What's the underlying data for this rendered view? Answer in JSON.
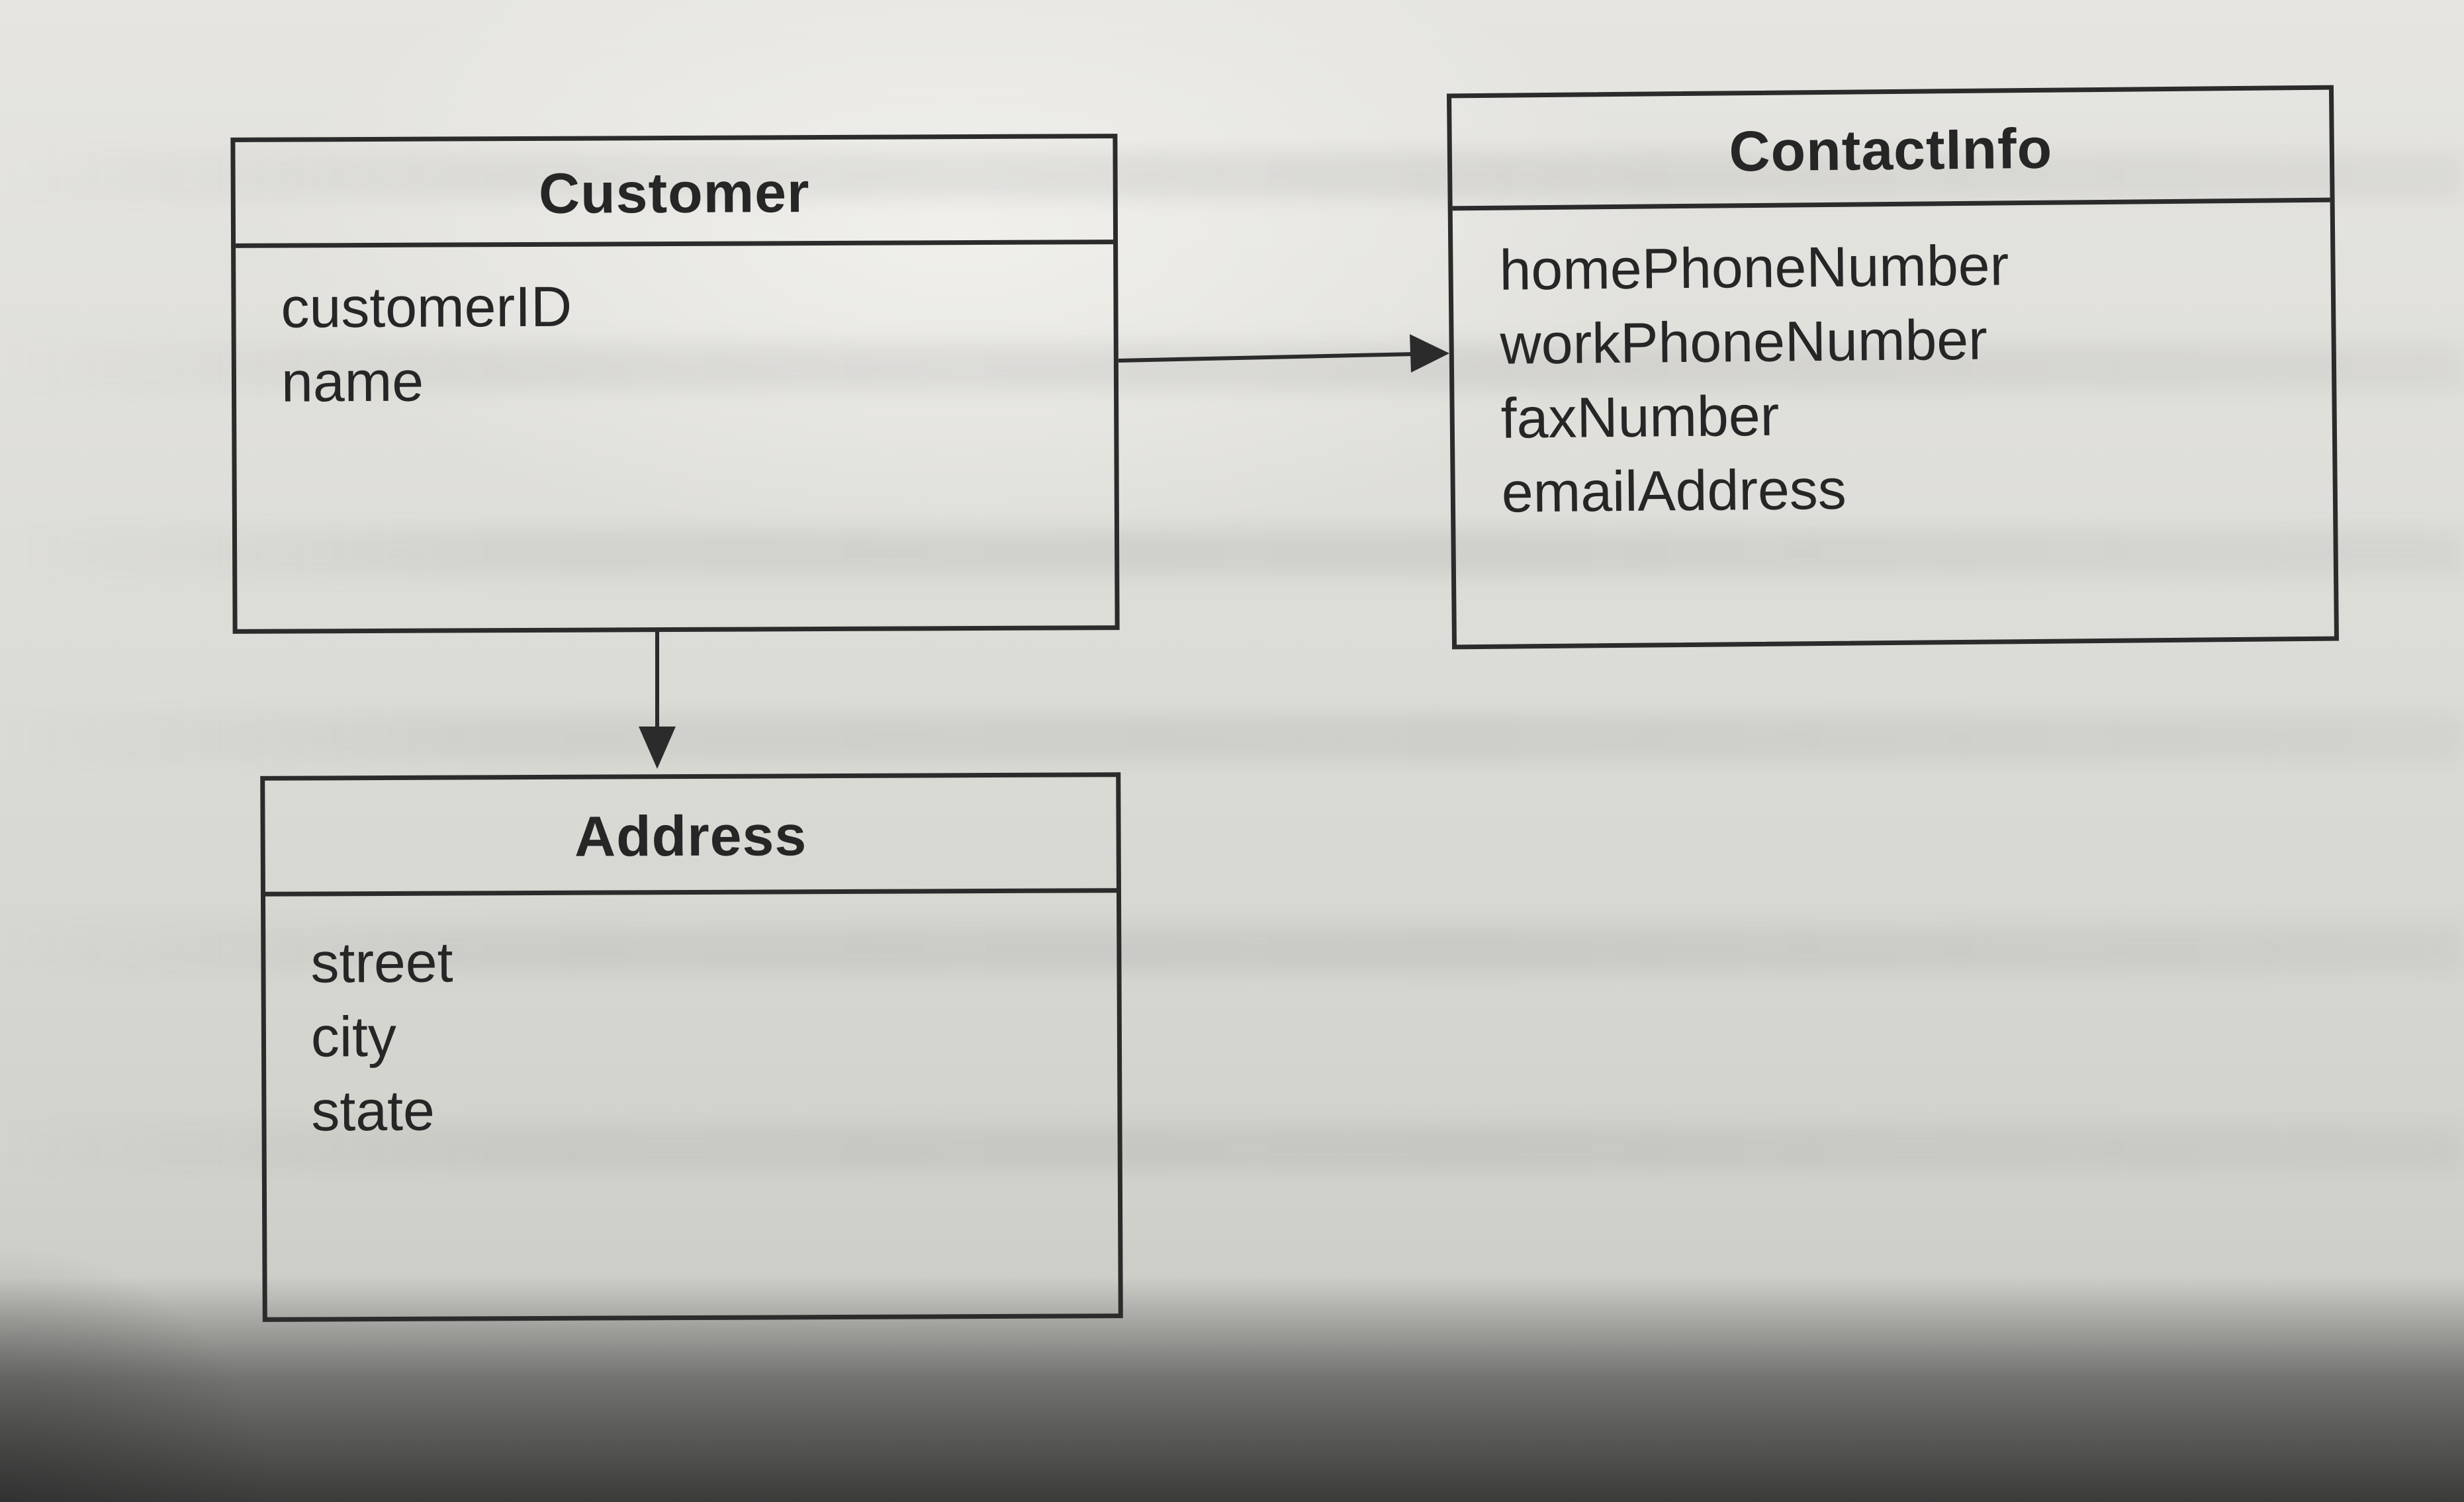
{
  "diagram": {
    "classes": [
      {
        "id": "customer",
        "name": "Customer",
        "attributes": [
          "customerID",
          "name"
        ]
      },
      {
        "id": "contact",
        "name": "ContactInfo",
        "attributes": [
          "homePhoneNumber",
          "workPhoneNumber",
          "faxNumber",
          "emailAddress"
        ]
      },
      {
        "id": "address",
        "name": "Address",
        "attributes": [
          "street",
          "city",
          "state"
        ]
      }
    ],
    "associations": [
      {
        "from": "Customer",
        "to": "ContactInfo",
        "type": "directed"
      },
      {
        "from": "Customer",
        "to": "Address",
        "type": "directed"
      }
    ],
    "colors": {
      "line": "#2b2b2b",
      "text": "#262626",
      "paper": "#dcdcd8"
    }
  }
}
